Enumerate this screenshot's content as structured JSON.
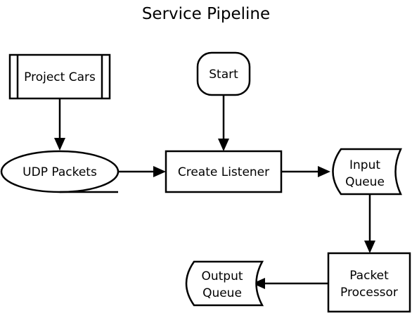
{
  "title": "Service Pipeline",
  "nodes": {
    "project_cars": {
      "label": "Project Cars",
      "kind": "predefined-process"
    },
    "start": {
      "label": "Start",
      "kind": "terminator"
    },
    "udp_packets": {
      "label": "UDP Packets",
      "kind": "stored-data"
    },
    "create_listener": {
      "label": "Create Listener",
      "kind": "process"
    },
    "input_queue": {
      "label_line1": "Input",
      "label_line2": "Queue",
      "kind": "stored-data"
    },
    "packet_processor": {
      "label_line1": "Packet",
      "label_line2": "Processor",
      "kind": "process"
    },
    "output_queue": {
      "label_line1": "Output",
      "label_line2": "Queue",
      "kind": "stored-data"
    }
  },
  "edges": [
    {
      "from": "Project Cars",
      "to": "UDP Packets"
    },
    {
      "from": "Start",
      "to": "Create Listener"
    },
    {
      "from": "UDP Packets",
      "to": "Create Listener"
    },
    {
      "from": "Create Listener",
      "to": "Input Queue"
    },
    {
      "from": "Input Queue",
      "to": "Packet Processor"
    },
    {
      "from": "Packet Processor",
      "to": "Output Queue"
    }
  ]
}
